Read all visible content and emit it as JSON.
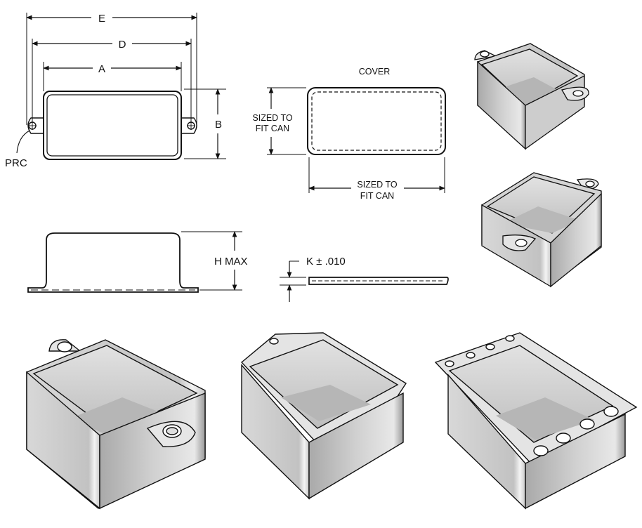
{
  "labels": {
    "dim_e": "E",
    "dim_d": "D",
    "dim_a": "A",
    "dim_b": "B",
    "prc": "PRC",
    "cover": "COVER",
    "sized_left_1": "SIZED TO",
    "sized_left_2": "FIT CAN",
    "sized_bottom_1": "SIZED TO",
    "sized_bottom_2": "FIT CAN",
    "h_max": "H MAX",
    "k_tol": "K ±  .010"
  },
  "colors": {
    "line": "#111111",
    "box_outer": "#d6d6d6",
    "box_side": "#c4c4c4",
    "box_inside": "#cfcfcf",
    "box_floor": "#b8b8b8",
    "highlight": "#f2f2f2"
  },
  "icons": {
    "box_views": [
      "two-tab-box",
      "two-tab-box-rotated",
      "two-tab-box-large",
      "two-corner-flange-box",
      "four-hole-flange-box"
    ]
  }
}
